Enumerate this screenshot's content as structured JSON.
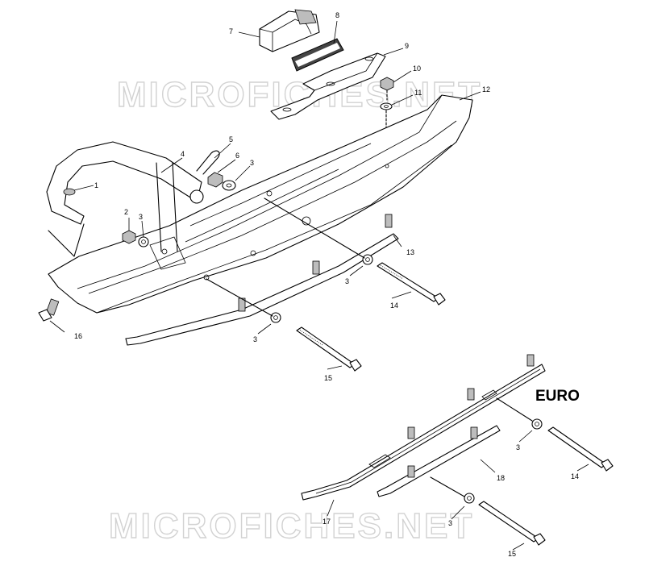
{
  "watermark_top": "MICROFICHES.NET",
  "watermark_bottom": "MICROFICHES.NET",
  "euro_label": "EURO",
  "callouts": [
    "1",
    "2",
    "3",
    "4",
    "5",
    "6",
    "3",
    "7",
    "8",
    "9",
    "10",
    "11",
    "12",
    "13",
    "3",
    "14",
    "3",
    "15",
    "16",
    "3",
    "14",
    "17",
    "18",
    "3",
    "15"
  ]
}
